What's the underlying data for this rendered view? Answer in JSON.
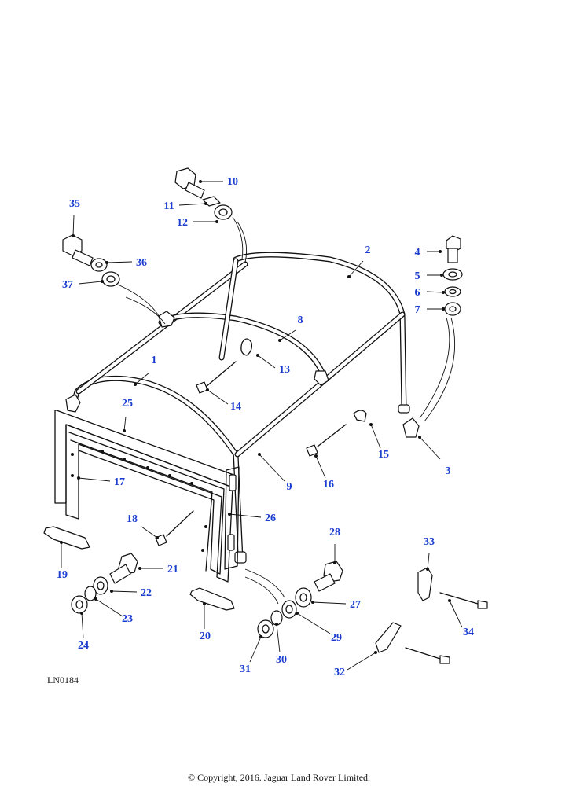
{
  "diagram": {
    "reference": "LN0184",
    "copyright": "© Copyright, 2016. Jaguar Land Rover Limited.",
    "callouts": [
      {
        "n": "1"
      },
      {
        "n": "2"
      },
      {
        "n": "3"
      },
      {
        "n": "4"
      },
      {
        "n": "5"
      },
      {
        "n": "6"
      },
      {
        "n": "7"
      },
      {
        "n": "8"
      },
      {
        "n": "9"
      },
      {
        "n": "10"
      },
      {
        "n": "11"
      },
      {
        "n": "12"
      },
      {
        "n": "13"
      },
      {
        "n": "14"
      },
      {
        "n": "15"
      },
      {
        "n": "16"
      },
      {
        "n": "17"
      },
      {
        "n": "18"
      },
      {
        "n": "19"
      },
      {
        "n": "20"
      },
      {
        "n": "21"
      },
      {
        "n": "22"
      },
      {
        "n": "23"
      },
      {
        "n": "24"
      },
      {
        "n": "25"
      },
      {
        "n": "26"
      },
      {
        "n": "27"
      },
      {
        "n": "28"
      },
      {
        "n": "29"
      },
      {
        "n": "30"
      },
      {
        "n": "31"
      },
      {
        "n": "32"
      },
      {
        "n": "33"
      },
      {
        "n": "34"
      },
      {
        "n": "35"
      },
      {
        "n": "36"
      },
      {
        "n": "37"
      }
    ]
  }
}
